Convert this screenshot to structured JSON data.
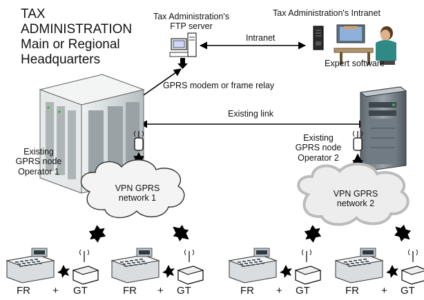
{
  "headquarters": {
    "line1": "TAX",
    "line2": "ADMINISTRATION",
    "line3": "Main or Regional",
    "line4": "Headquarters"
  },
  "ftp_server": {
    "line1": "Tax Administration's",
    "line2": "FTP server"
  },
  "intranet_title": "Tax Administration's Intranet",
  "intranet_link": "Intranet",
  "expert_software": "Expert software",
  "gprs_modem": "GPRS modem or frame relay",
  "existing_link": "Existing link",
  "node1": {
    "line1": "Existing",
    "line2": "GPRS node",
    "line3": "Operator 1"
  },
  "node2": {
    "line1": "Existing",
    "line2": "GPRS node",
    "line3": "Operator 2"
  },
  "vpn1": {
    "line1": "VPN GPRS",
    "line2": "network 1"
  },
  "vpn2": {
    "line1": "VPN GPRS",
    "line2": "network 2"
  },
  "terminals": [
    {
      "fr": "FR",
      "plus": "+",
      "gt": "GT"
    },
    {
      "fr": "FR",
      "plus": "+",
      "gt": "GT"
    },
    {
      "fr": "FR",
      "plus": "+",
      "gt": "GT"
    },
    {
      "fr": "FR",
      "plus": "+",
      "gt": "GT"
    }
  ],
  "colors": {
    "cloud1": "#f4f4f4",
    "cloud2": "#ededed",
    "server_light": "#d8dcdc",
    "server_dark": "#7f8890",
    "line": "#000000"
  }
}
